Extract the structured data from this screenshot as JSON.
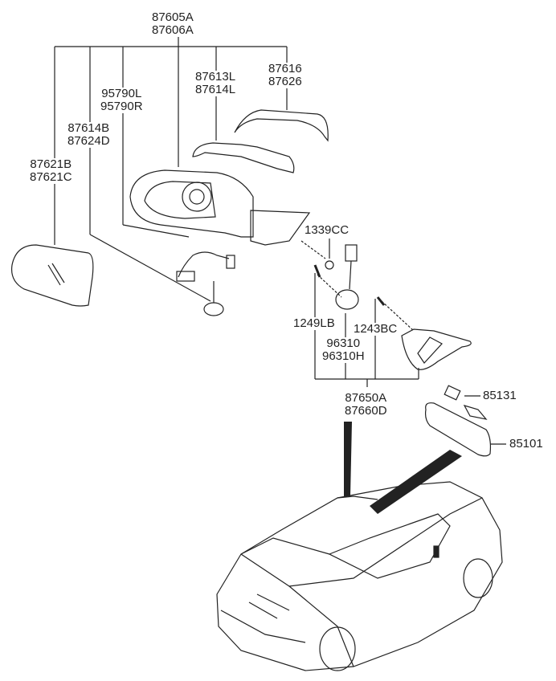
{
  "diagram": {
    "labels": {
      "mirror_assembly": [
        "87605A",
        "87606A"
      ],
      "mirror_glass": [
        "87621B",
        "87621C"
      ],
      "actuator": [
        "87614B",
        "87624D"
      ],
      "wiring": [
        "95790L",
        "95790R"
      ],
      "side_repeater": [
        "87613L",
        "87614L"
      ],
      "scalp_cover": [
        "87616",
        "87626"
      ],
      "screw_1339": "1339CC",
      "bolt_1249": "1249LB",
      "screw_1243": "1243BC",
      "switch": [
        "96310",
        "96310H"
      ],
      "inside_mirror_assembly": [
        "87650A",
        "87660D"
      ],
      "cover_85131": "85131",
      "inside_mirror": "85101"
    },
    "line_color": "#222222"
  }
}
